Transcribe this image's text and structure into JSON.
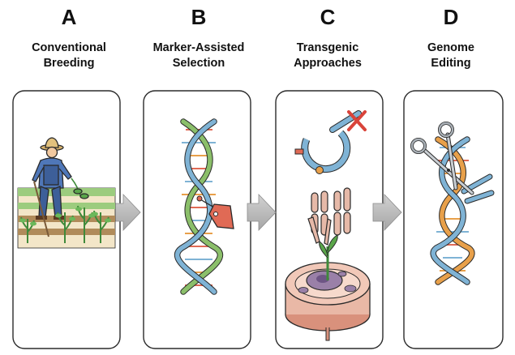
{
  "panels": [
    {
      "letter": "A",
      "title_line1": "Conventional",
      "title_line2": "Breeding"
    },
    {
      "letter": "B",
      "title_line1": "Marker-Assisted",
      "title_line2": "Selection"
    },
    {
      "letter": "C",
      "title_line1": "Transgenic",
      "title_line2": "Approaches"
    },
    {
      "letter": "D",
      "title_line1": "Genome",
      "title_line2": "Editing"
    }
  ],
  "colors": {
    "dna_blue": "#7fb3d5",
    "dna_green": "#8bbf6a",
    "dna_orange": "#e8a04a",
    "marker_red": "#e06a55",
    "cell_pink": "#e9b8a6",
    "nucleus_purple": "#9a80a8",
    "plant_green": "#5aa64a",
    "arrow_gray": "#b9b9b9"
  },
  "icons": [
    "farmer-icon",
    "dna-marker-icon",
    "plasmid-icon",
    "plant-cell-icon",
    "scissors-icon",
    "arrow-icon"
  ]
}
